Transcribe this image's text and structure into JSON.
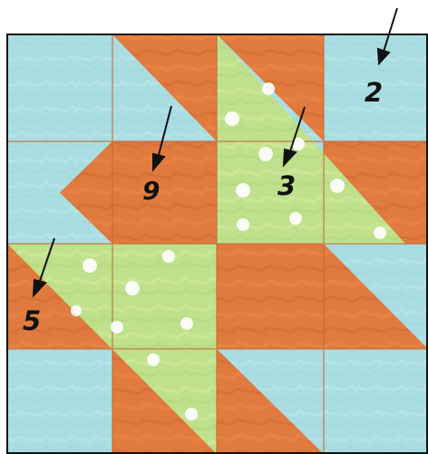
{
  "labels": {
    "piece_2": "2",
    "piece_9": "9",
    "piece_3": "3",
    "piece_5": "5"
  },
  "colors": {
    "background": "#ffffff",
    "border": "#111111",
    "light_blue_fabric": "#a9dde1",
    "orange_fabric": "#e07a3e",
    "green_fabric": "#bfe08c",
    "dot": "#ffffff",
    "seam": "#c56a34"
  },
  "icons": {
    "arrow": "arrow-down-left-icon",
    "dot": "white-polka-dot"
  }
}
